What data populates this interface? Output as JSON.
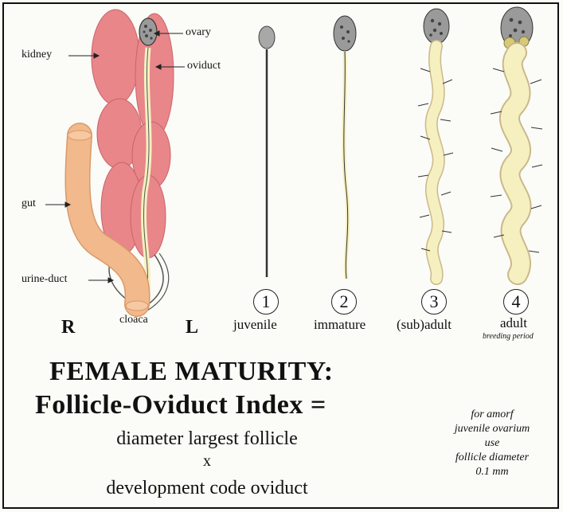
{
  "anatomy": {
    "kidney": "kidney",
    "ovary": "ovary",
    "oviduct": "oviduct",
    "gut": "gut",
    "urine_duct": "urine-duct",
    "cloaca": "cloaca",
    "right": "R",
    "left": "L"
  },
  "stages": [
    {
      "number": "1",
      "label": "juvenile"
    },
    {
      "number": "2",
      "label": "immature"
    },
    {
      "number": "3",
      "label": "(sub)adult"
    },
    {
      "number": "4",
      "label": "adult",
      "sublabel": "breeding period"
    }
  ],
  "heading": {
    "line1": "FEMALE MATURITY:",
    "line2": "Follicle-Oviduct Index ="
  },
  "formula": {
    "line1": "diameter largest  follicle",
    "times": "x",
    "line2": "development code oviduct"
  },
  "note": {
    "line1": "for amorf",
    "line2": "juvenile ovarium",
    "line3": "use",
    "line4": "follicle diameter",
    "line5": "0.1 mm"
  },
  "colors": {
    "kidney": "#e8868a",
    "gut": "#f2b98c",
    "oviduct": "#f6f0c0",
    "ovary": "#6e6e6e",
    "line": "#222222"
  }
}
